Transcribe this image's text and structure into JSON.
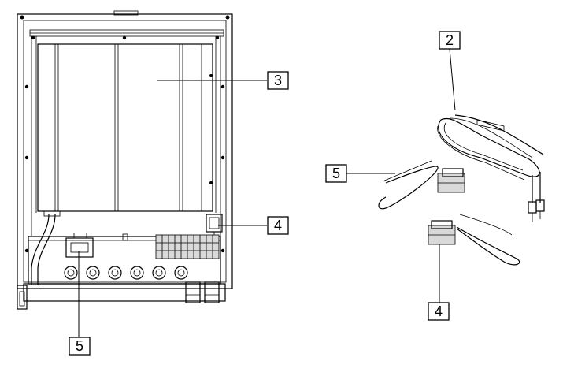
{
  "diagram": {
    "callouts": [
      {
        "id": "c3",
        "label": "3"
      },
      {
        "id": "c4-left",
        "label": "4"
      },
      {
        "id": "c5-left",
        "label": "5"
      },
      {
        "id": "c2",
        "label": "2"
      },
      {
        "id": "c5-right",
        "label": "5"
      },
      {
        "id": "c4-right",
        "label": "4"
      }
    ]
  }
}
